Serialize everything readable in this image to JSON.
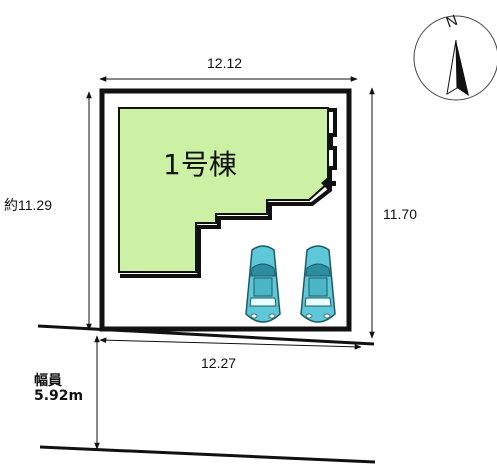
{
  "plan": {
    "building_label": "1号棟",
    "top_dimension": "12.12",
    "bottom_dimension": "12.27",
    "left_dimension": "約11.29",
    "right_dimension": "11.70",
    "road_label": "幅員",
    "road_width": "5.92m",
    "compass_letter": "N",
    "parking_spaces": 2,
    "colors": {
      "building_fill": "#ccf0a4",
      "car_body": "#5ec8d8",
      "outline": "#111111",
      "background": "#ffffff"
    },
    "icons": [
      "compass-icon",
      "entrance-arrow-icon",
      "car-icon"
    ]
  }
}
